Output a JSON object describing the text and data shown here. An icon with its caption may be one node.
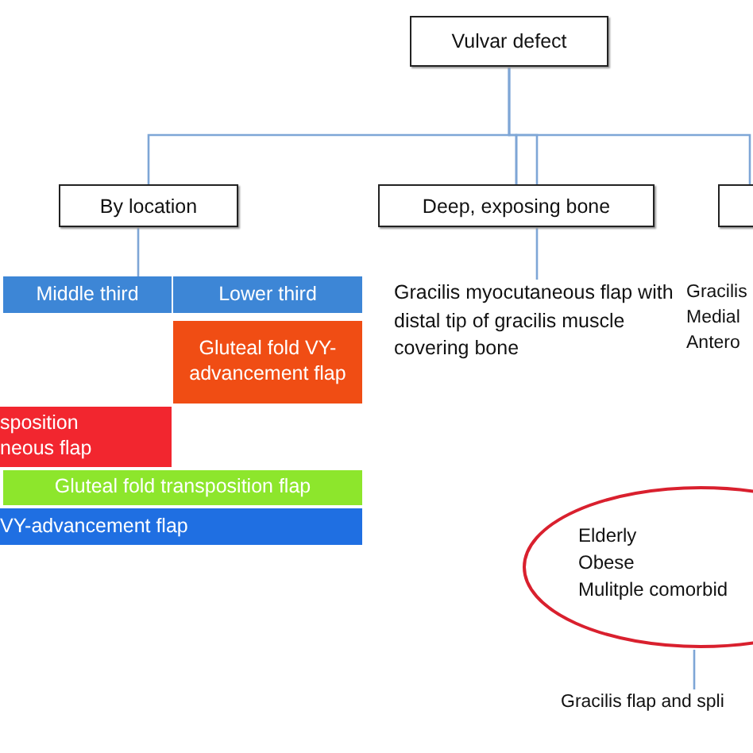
{
  "diagram": {
    "nodes": [
      {
        "text": [
          "Vulvar defect"
        ]
      },
      {
        "text": [
          "By location"
        ]
      },
      {
        "text": [
          "Deep, exposing bone"
        ]
      },
      {
        "text": [],
        "shape": "box"
      },
      {
        "text": [
          "Middle third"
        ]
      },
      {
        "text": [
          "Lower third"
        ]
      },
      {
        "text": [
          "Gluteal fold VY-advancement flap"
        ]
      },
      {
        "text": [
          "sposition neous flap"
        ]
      },
      {
        "text": [
          "Gluteal fold transposition flap"
        ]
      },
      {
        "text": [
          "VY-advancement flap"
        ]
      },
      {
        "text": [
          "Gracilis myocutaneous flap with distal tip of gracilis muscle covering bone"
        ]
      },
      {
        "text": [
          "Gracilis",
          "Medial",
          "Antero"
        ]
      },
      {
        "text": [
          "Elderly",
          "Obese",
          "Mulitple comorbid"
        ]
      },
      {
        "text": [
          "Gracilis flap and spli"
        ]
      }
    ],
    "edges": [
      {
        "from": 0,
        "to": 1,
        "arrow": "none"
      },
      {
        "from": 0,
        "to": 2,
        "arrow": "none"
      },
      {
        "from": 0,
        "to": 3,
        "arrow": "none"
      },
      {
        "from": 1,
        "to": 4,
        "arrow": "none"
      },
      {
        "from": 2,
        "to": 10,
        "arrow": "none"
      },
      {
        "from": 12,
        "to": 13,
        "arrow": "none"
      }
    ]
  }
}
